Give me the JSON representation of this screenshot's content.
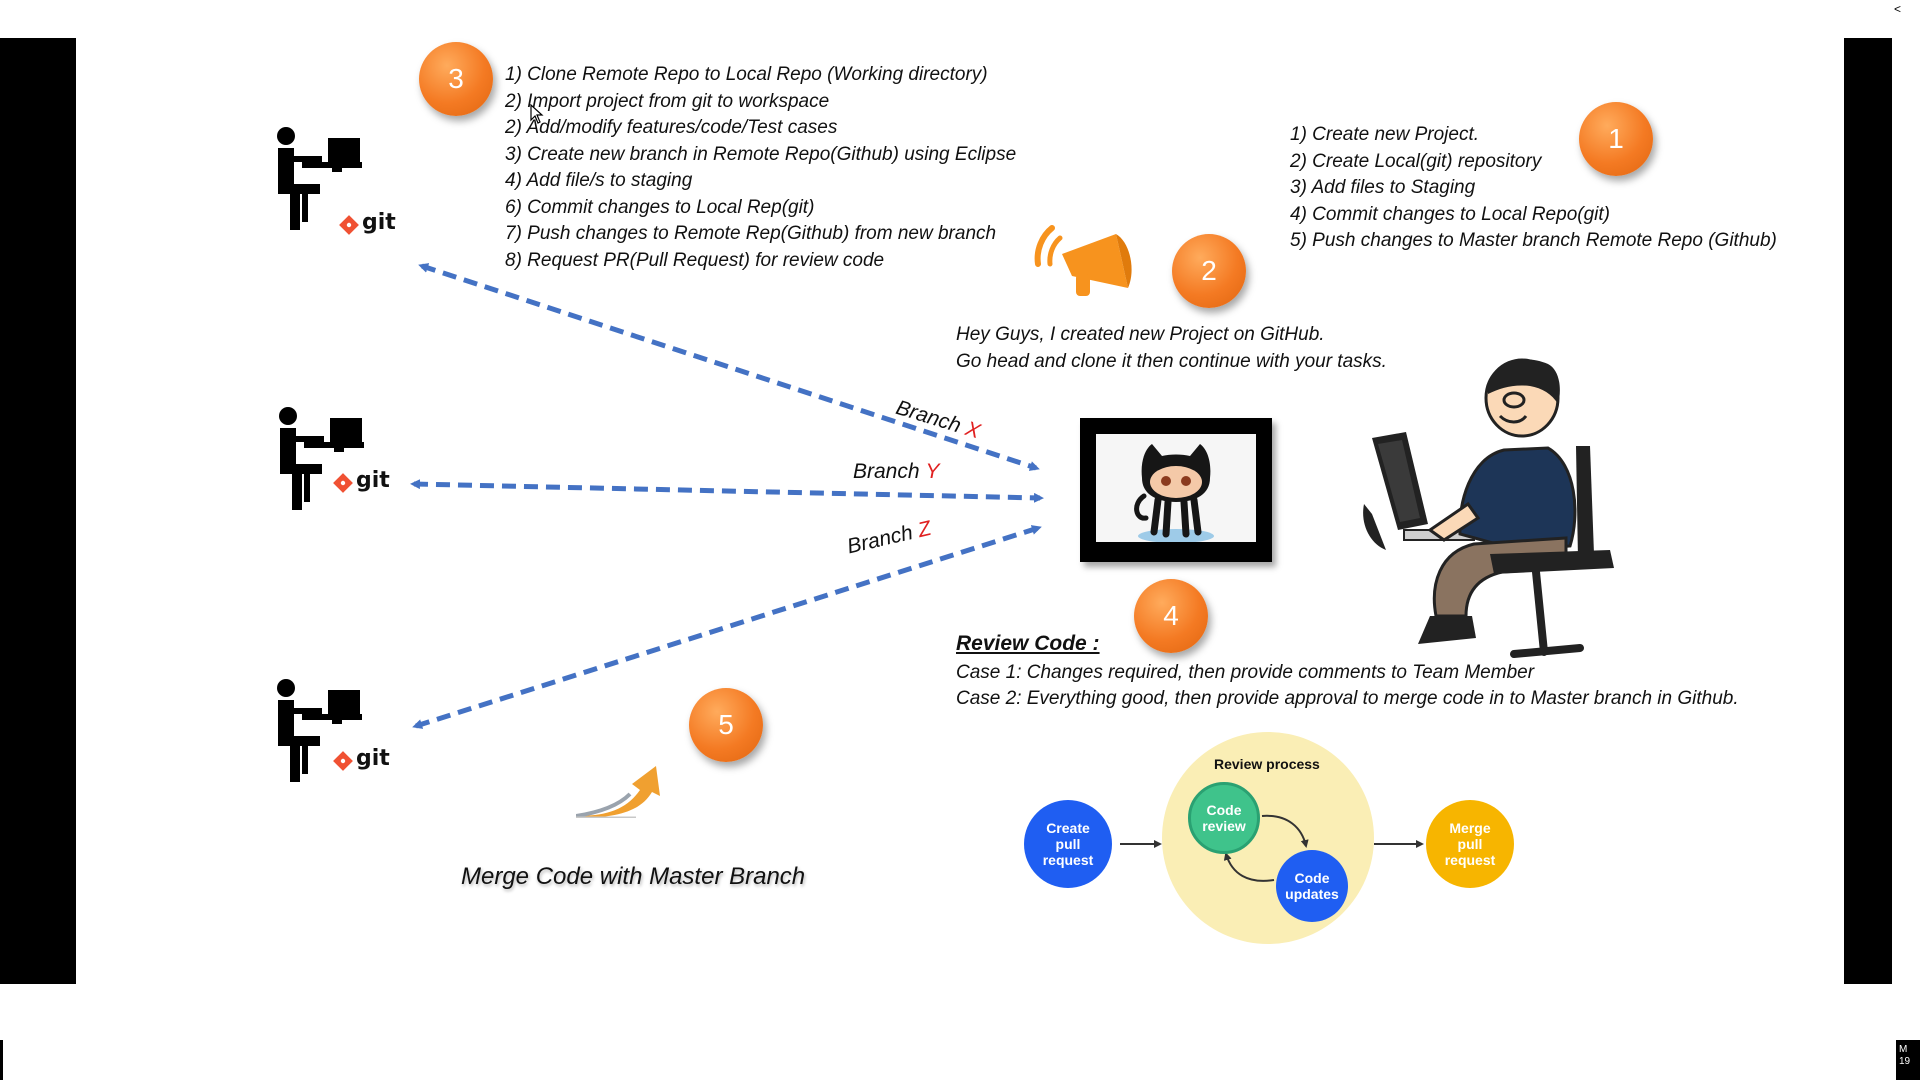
{
  "badges": [
    "1",
    "2",
    "3",
    "4",
    "5"
  ],
  "step1_list": [
    "1) Create new Project.",
    "2) Create Local(git) repository",
    "3) Add files to Staging",
    "4) Commit changes to Local Repo(git)",
    "5) Push changes to Master branch Remote Repo (Github)"
  ],
  "step3_list": [
    "1) Clone Remote Repo to Local Repo (Working directory)",
    "2) Import project from git to workspace",
    "2) Add/modify features/code/Test cases",
    "3) Create new branch in Remote Repo(Github) using Eclipse",
    "4) Add file/s to staging",
    "6) Commit changes to Local Rep(git)",
    "7) Push changes to Remote Rep(Github) from new branch",
    "8) Request PR(Pull Request) for review code"
  ],
  "announcement": {
    "line1": "Hey Guys, I created new Project on GitHub.",
    "line2": "Go head and clone it then continue with your tasks."
  },
  "developers": [
    {
      "git_label": "git"
    },
    {
      "git_label": "git"
    },
    {
      "git_label": "git"
    }
  ],
  "branches": [
    {
      "label": "Branch",
      "letter": "X"
    },
    {
      "label": "Branch",
      "letter": "Y"
    },
    {
      "label": "Branch",
      "letter": "Z"
    }
  ],
  "review": {
    "title": "Review Code :",
    "case1": "Case 1: Changes required, then provide comments to Team Member",
    "case2": "Case 2: Everything good, then provide approval to merge code in to Master branch in Github."
  },
  "merge_caption": "Merge Code with Master Branch",
  "review_flow": {
    "process_title": "Review process",
    "create_pr": "Create\npull\nrequest",
    "code_review": "Code\nreview",
    "code_updates": "Code\nupdates",
    "merge_pr": "Merge\npull\nrequest",
    "colors": {
      "create": "#1f5ef2",
      "review": "#3fc38b",
      "updates": "#1f5ef2",
      "merge": "#f7b500",
      "process_bg": "#faeeb5"
    }
  },
  "colors": {
    "arrow": "#4472c4",
    "badge": "#f47a23",
    "branch_letter": "#e02020",
    "git_logo": "#f05133"
  },
  "icons": [
    "developer-desk-icon",
    "git-logo-icon",
    "megaphone-icon",
    "github-octocat-icon",
    "merge-arrow-icon",
    "developer-at-computer-illustration"
  ],
  "corner_glyph": "<",
  "corner_text": {
    "line1": "M",
    "line2": "19"
  }
}
